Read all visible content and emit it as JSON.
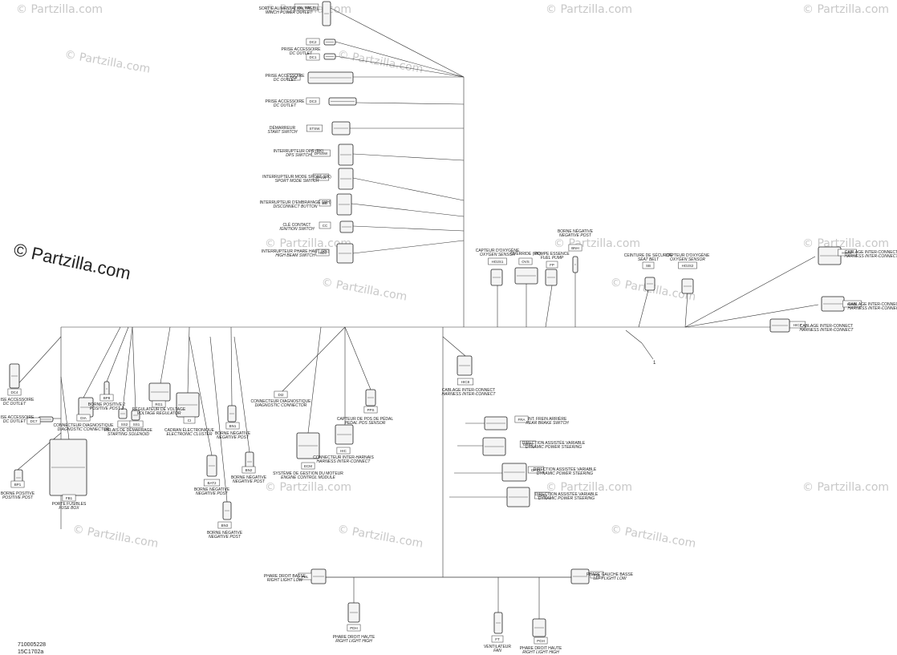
{
  "watermark": {
    "text": "© Partzilla.com"
  },
  "footer": {
    "line1": "710005228",
    "line2": "15C1702a"
  },
  "reference": "1",
  "components": [
    {
      "code": "BL_WM_F",
      "fr": "SORTIE ALIMENTATION TREUIL",
      "en": "WINCH POWER OUTLET"
    },
    {
      "code": "DC2",
      "fr": "",
      "en": ""
    },
    {
      "code": "DC1",
      "fr": "PRISE ACCESSOIRE",
      "en": "DC OUTLET"
    },
    {
      "code": "DC6",
      "fr": "PRISE ACCESSOIRE",
      "en": "DC OUTLET"
    },
    {
      "code": "DC3",
      "fr": "PRISE ACCESSOIRE",
      "en": "DC OUTLET"
    },
    {
      "code": "STSW",
      "fr": "DÉMARREUR",
      "en": "START SWITCH"
    },
    {
      "code": "DPSSW",
      "fr": "INTERRUPTEUR DPS (RK)",
      "en": "DPS SWITCH"
    },
    {
      "code": "SPSW",
      "fr": "INTERRUPTEUR MODE SPORT (RK)",
      "en": "SPORT MODE SWITCH"
    },
    {
      "code": "BD",
      "fr": "INTERRUPTEUR D'EMBRAYAGE (WH)",
      "en": "DISCONNECT BUTTON"
    },
    {
      "code": "CC",
      "fr": "CLÉ CONTACT",
      "en": "IGNITION SWITCH"
    },
    {
      "code": "HBM",
      "fr": "INTERRUPTEUR PHARE HAUT (RK)",
      "en": "HIGH BEAM SWITCH"
    },
    {
      "code": "HO2S1",
      "fr": "CAPTEUR D'OXYGÈNE",
      "en": "OXYGEN SENSOR"
    },
    {
      "code": "OVS",
      "fr": "OVERRIDE (RK)",
      "en": ""
    },
    {
      "code": "FP",
      "fr": "POMPE ESSENCE",
      "en": "FUEL PUMP"
    },
    {
      "code": "BNH",
      "fr": "BORNE NÉGATIVE",
      "en": "NEGATIVE POST"
    },
    {
      "code": "SB",
      "fr": "CEINTURE DE SÉCURITÉ",
      "en": "SEAT BELT"
    },
    {
      "code": "HO2S2",
      "fr": "CAPTEUR D'OXYGÈNE",
      "en": "OXYGEN SENSOR"
    },
    {
      "code": "HIC5P",
      "fr": "CABLAGE INTER-CONNECT",
      "en": "HARNESS INTER-CONNECT"
    },
    {
      "code": "HIC6L",
      "fr": "CABLAGE INTER-CONNECT",
      "en": "HARNESS INTER-CONNECT"
    },
    {
      "code": "HIC7",
      "fr": "CABLAGE INTER-CONNECT",
      "en": "HARNESS INTER-CONNECT"
    },
    {
      "code": "DC4",
      "fr": "PRISE ACCESSOIRE",
      "en": "DC OUTLET"
    },
    {
      "code": "DC7",
      "fr": "PRISE ACCESSOIRE",
      "en": "DC OUTLET"
    },
    {
      "code": "BP1",
      "fr": "BORNE POSITIVE",
      "en": "POSITIVE POST"
    },
    {
      "code": "FB1",
      "fr": "PORTE FUSIBLES",
      "en": "FUSE BOX"
    },
    {
      "code": "DIA",
      "fr": "CONNECTEUR DIAGNOSTIQUE",
      "en": "DIAGNOSTIC CONNECTOR"
    },
    {
      "code": "BP8",
      "fr": "BORNE POSITIVE 2",
      "en": "POSITIVE POST 2"
    },
    {
      "code": "SS2",
      "fr": "",
      "en": ""
    },
    {
      "code": "SS1",
      "fr": "RELAIS DE DÉMARRAGE",
      "en": "STARTING SOLENOID"
    },
    {
      "code": "RG1",
      "fr": "RÉGULATEUR DE VOLTAGE",
      "en": "VOLTAGE REGULATOR"
    },
    {
      "code": "CI",
      "fr": "CADRAN ÉLECTRONIQUE",
      "en": "ELECTRONIC CLUSTER"
    },
    {
      "code": "BAT2",
      "fr": "BORNE NÉGATIVE",
      "en": "NEGATIVE POST"
    },
    {
      "code": "BN3",
      "fr": "BORNE NÉGATIVE",
      "en": "NEGATIVE POST"
    },
    {
      "code": "BN1",
      "fr": "BORNE NÉGATIVE",
      "en": "NEGATIVE POST"
    },
    {
      "code": "BN2",
      "fr": "BORNE NÉGATIVE",
      "en": "NEGATIVE POST"
    },
    {
      "code": "DI2",
      "fr": "CONNECTEUR DIAGNOSTIQUE",
      "en": "DIAGNOSTIC CONNECTOR"
    },
    {
      "code": "ECM",
      "fr": "SYSTÈME DE GESTION DU MOTEUR",
      "en": "ENGINE CONTROL MODULE"
    },
    {
      "code": "HIC",
      "fr": "CONNECTEUR INTER-HARNAIS",
      "en": "HARNESS INTER-CONNECT"
    },
    {
      "code": "PPS",
      "fr": "CAPTEUR DE POS DE PÉDAL",
      "en": "PEDAL POS SENSOR"
    },
    {
      "code": "HIC8",
      "fr": "CABLAGE INTER-CONNECT",
      "en": "HARNESS INTER-CONNECT"
    },
    {
      "code": "FRA",
      "fr": "INT. FREIN ARRIÈRE",
      "en": "REAR BRAKE SWITCH"
    },
    {
      "code": "DPS3",
      "fr": "DIRECTION ASSISTÉE VARIABLE",
      "en": "DYNAMIC POWER STEERING"
    },
    {
      "code": "DPS1",
      "fr": "DIRECTION ASSISTÉE VARIABLE",
      "en": "DYNAMIC POWER STEERING"
    },
    {
      "code": "DPS2",
      "fr": "DIRECTION ASSISTÉE VARIABLE",
      "en": "DYNAMIC POWER STEERING"
    },
    {
      "code": "PDL",
      "fr": "PHARE DROIT BASSE",
      "en": "RIGHT LIGHT LOW"
    },
    {
      "code": "PGL",
      "fr": "PHARE GAUCHE BASSE",
      "en": "LEFT LIGHT LOW"
    },
    {
      "code": "PDH",
      "fr": "PHARE DROIT HAUTE",
      "en": "RIGHT LIGHT HIGH"
    },
    {
      "code": "FT",
      "fr": "VENTILATEUR",
      "en": "FAN"
    },
    {
      "code": "PGH",
      "fr": "PHARE DROIT HAUTE",
      "en": "RIGHT LIGHT HIGH"
    }
  ]
}
